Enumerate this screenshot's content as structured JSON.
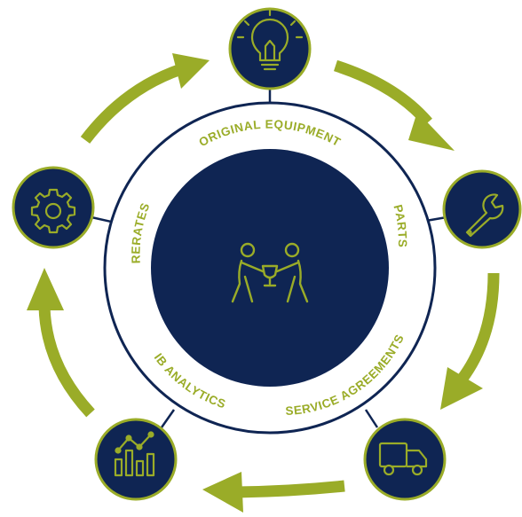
{
  "colors": {
    "navy": "#0f2553",
    "green": "#9aac28",
    "white": "#ffffff"
  },
  "ring_labels": {
    "top": "ORIGINAL EQUIPMENT",
    "right": "PARTS",
    "bottom_right": "SERVICE AGREEMENTS",
    "bottom_left": "IB ANALYTICS",
    "left": "RERATES"
  },
  "nodes": [
    {
      "icon": "lightbulb-icon"
    },
    {
      "icon": "wrench-icon"
    },
    {
      "icon": "truck-icon"
    },
    {
      "icon": "chart-icon"
    },
    {
      "icon": "gear-icon"
    }
  ],
  "center": {
    "icon": "people-carrying-trophy-icon"
  }
}
